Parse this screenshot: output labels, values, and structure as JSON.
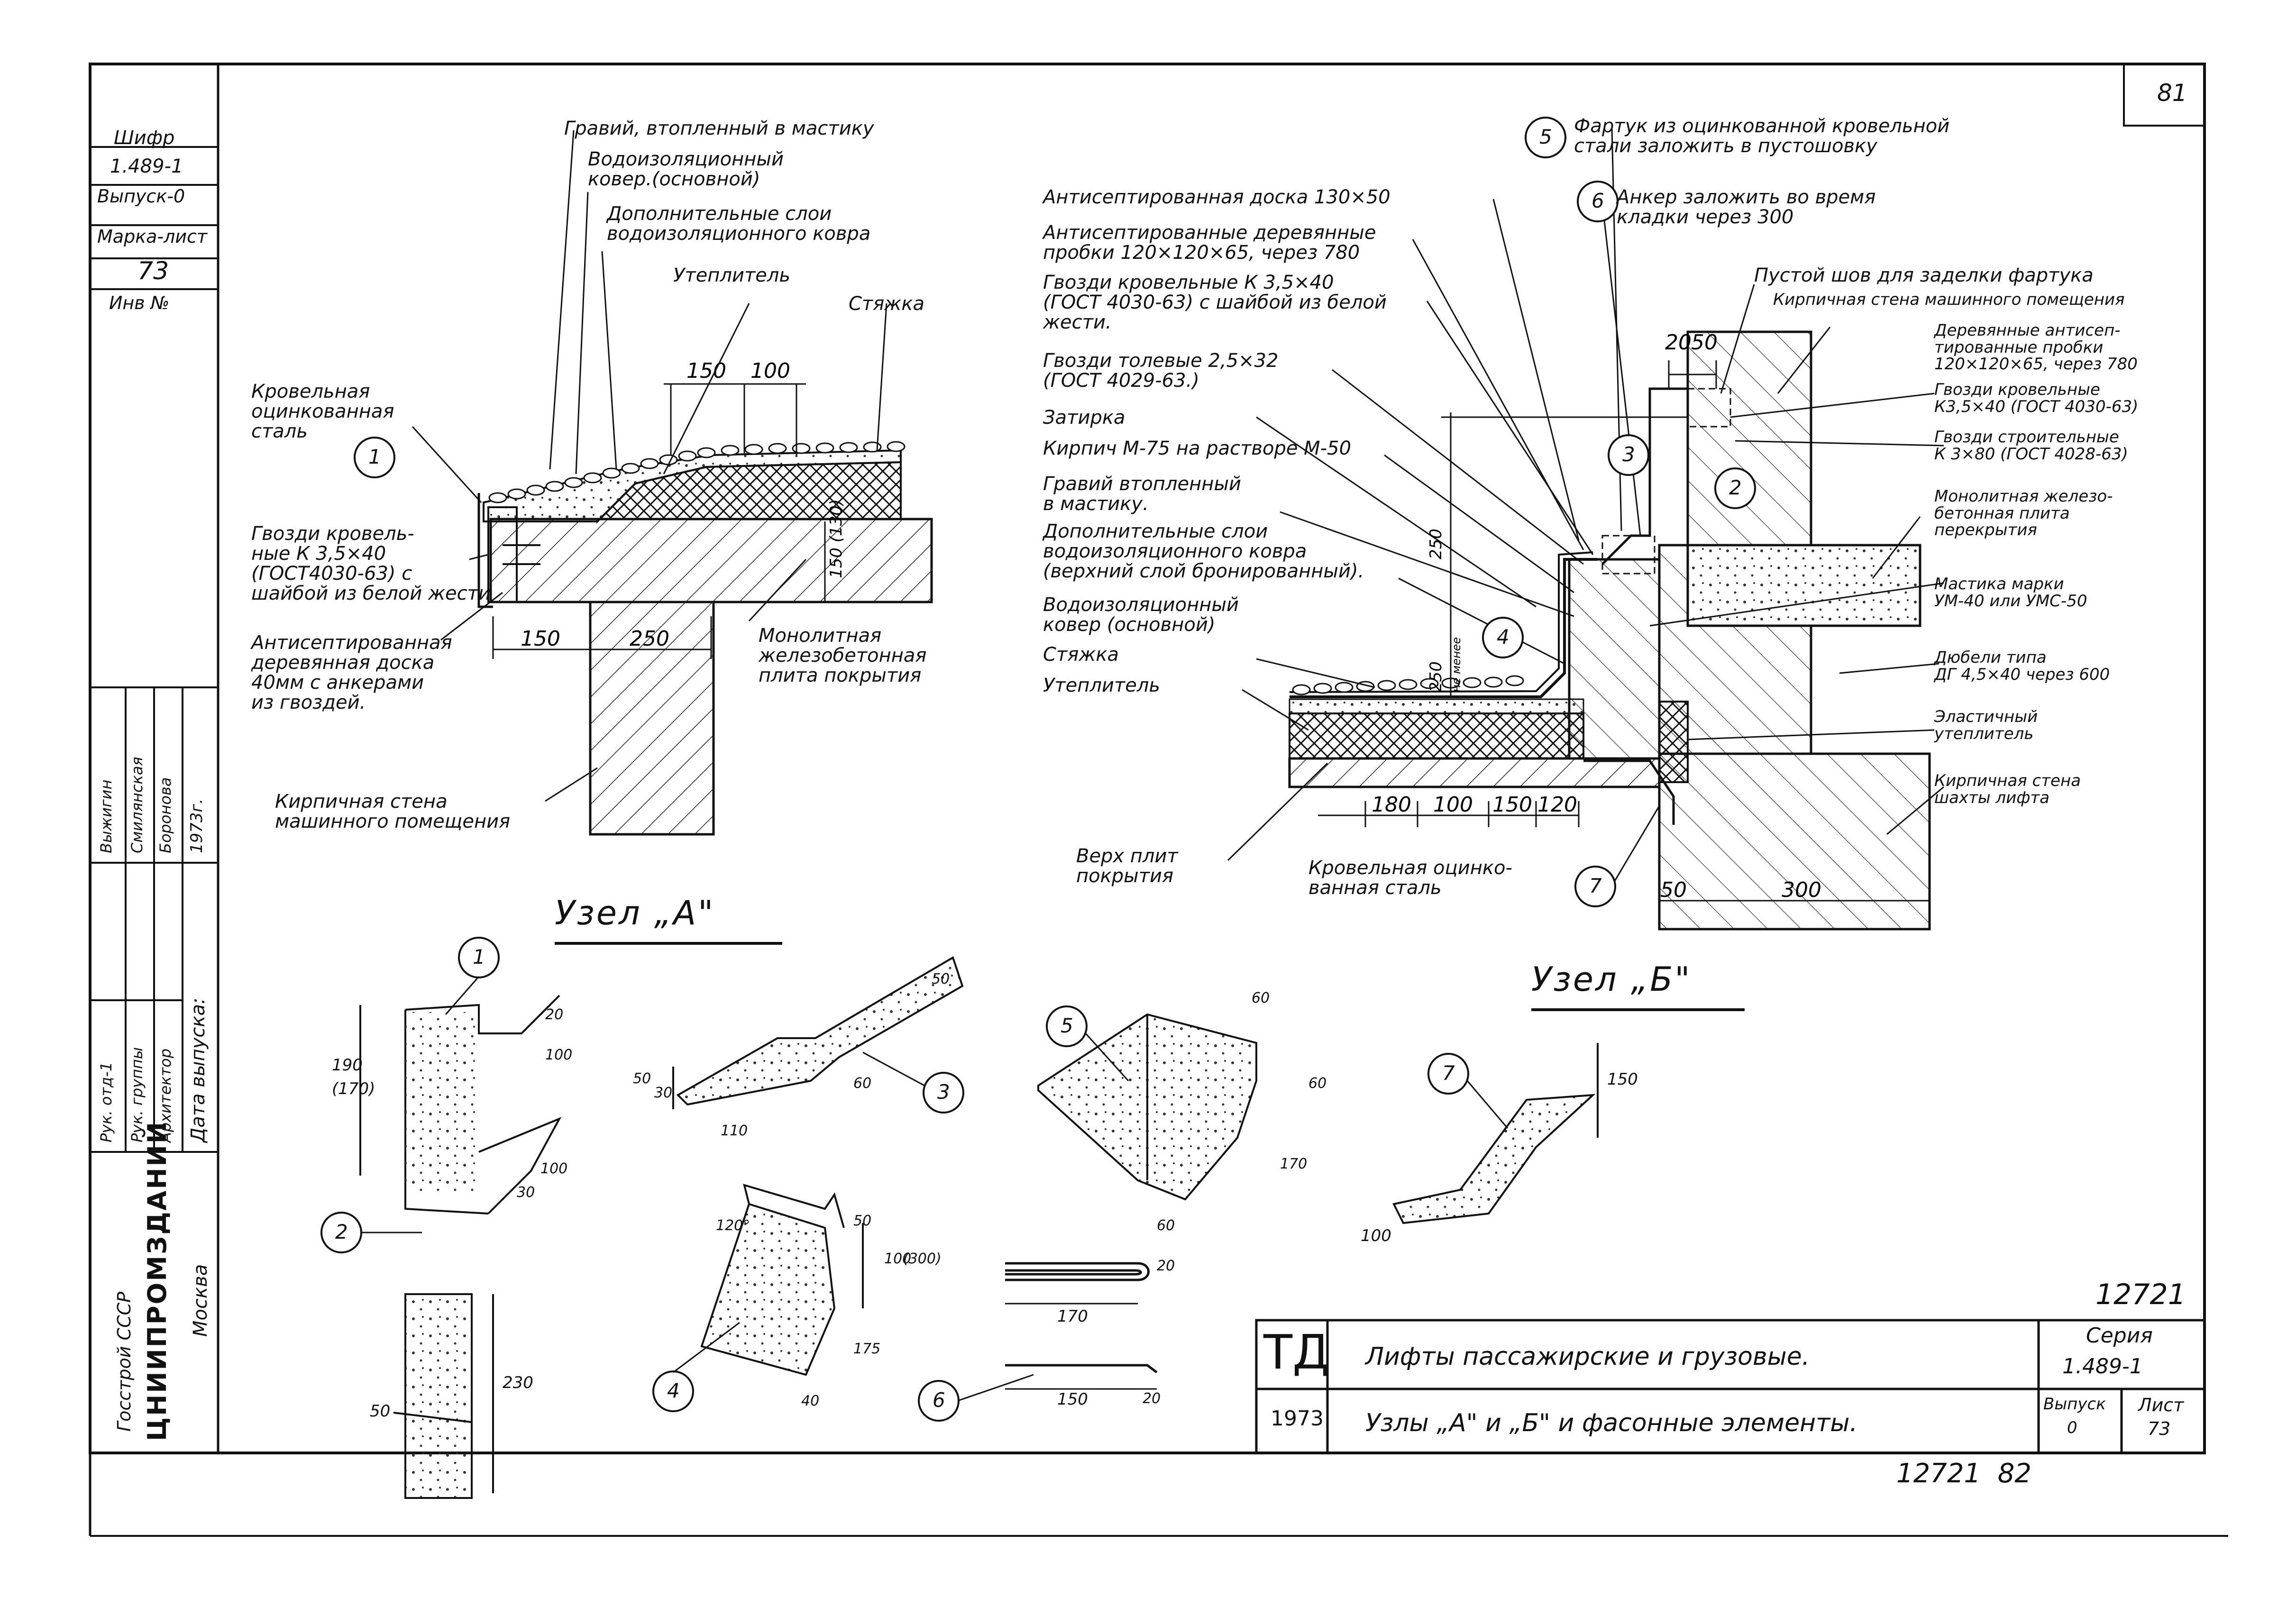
{
  "sheet": {
    "page_no": "81",
    "stamp_bottom_right": "12721",
    "stamp_bottom_left": "12721  82"
  },
  "left_stamp": {
    "shifr_label": "Шифр",
    "shifr_value": "1.489-1",
    "vypusk": "Выпуск-0",
    "marka_label": "Марка-лист",
    "marka_value": "73",
    "inv_label": "Инв №",
    "org_1": "Госстрой СССР",
    "org_2": "ЦНИИПРОМЗДАНИЙ",
    "org_3": "Москва",
    "role_1": "Рук. отд-1",
    "role_2": "Рук. группы",
    "role_3": "Архитектор",
    "name_1": "Выжигин",
    "name_2": "Смилянская",
    "name_3": "Боронова",
    "date_label": "Дата выпуска:",
    "date_value": "1973г."
  },
  "title_block": {
    "logo": "ТД",
    "year": "1973",
    "title_1": "Лифты пассажирские и грузовые.",
    "title_2": "Узлы „А\" и „Б\" и фасонные элементы.",
    "seria_label": "Серия",
    "seria_value": "1.489-1",
    "vypusk_label": "Выпуск",
    "vypusk_value": "0",
    "list_label": "Лист",
    "list_value": "73"
  },
  "node_a": {
    "heading": "Узел „А\"",
    "labels": {
      "gravel": "Гравий, втопленный в мастику",
      "carpet": "Водоизоляционный\nковер.(основной)",
      "extra": "Дополнительные слои\nводоизоляционного ковра",
      "insul": "Утеплитель",
      "screed": "Стяжка",
      "steel": "Кровельная\nоцинкованная\nсталь",
      "nails": "Гвозди кровель-\nные К 3,5×40\n(ГОСТ4030-63) с\nшайбой из белой жести",
      "board": "Антисептированная\nдеревянная доска\n40мм с анкерами\nиз гвоздей.",
      "slab": "Монолитная\nжелезобетонная\nплита покрытия",
      "wall": "Кирпичная стена\nмашинного помещения"
    },
    "dims": [
      "150",
      "100",
      "150",
      "250",
      "150",
      "(130)"
    ]
  },
  "node_b": {
    "heading": "Узел „Б\"",
    "labels": {
      "apron": "Фартук из оцинкованной кровельной\nстали заложить в пустошовку",
      "anchor": "Анкер заложить во время\nкладки через 300",
      "board": "Антисептированная доска 130×50",
      "plugs": "Антисептированные деревянные\nпробки 120×120×65, через 780",
      "nails_roof": "Гвозди кровельные К 3,5×40\n(ГОСТ 4030-63) с шайбой из белой\nжести.",
      "nails_tar": "Гвозди толевые 2,5×32\n(ГОСТ 4029-63.)",
      "plaster": "Затирка",
      "brick": "Кирпич М-75 на растворе М-50",
      "gravel": "Гравий втопленный\nв мастику.",
      "extra": "Дополнительные слои\nводоизоляционного ковра\n(верхний слой бронированный).",
      "carpet": "Водоизоляционный\nковер (основной)",
      "screed": "Стяжка",
      "insul": "Утеплитель",
      "top": "Верх плит\nпокрытия",
      "steel": "Кровельная оцинко-\nванная сталь",
      "joint": "Пустой шов для заделки фартука",
      "wall_machine": "Кирпичная стена машинного помещения",
      "plugs_r": "Деревянные антисеп-\nтированные пробки\n120×120×65, через 780",
      "nails_r": "Гвозди кровельные\nК3,5×40 (ГОСТ 4030-63)",
      "nails_build": "Гвозди строительные\nК 3×80 (ГОСТ 4028-63)",
      "slab_r": "Монолитная железо-\nбетонная плита\nперекрытия",
      "mastic": "Мастика марки\nУМ-40 или УМС-50",
      "dowel": "Дюбели типа\nДГ 4,5×40 через 600",
      "elastic": "Эластичный\nутеплитель",
      "wall_shaft": "Кирпичная стена\nшахты лифта"
    },
    "dims": [
      "20",
      "50",
      "250",
      "250",
      "не менее",
      "180",
      "100",
      "150",
      "120",
      "50",
      "300"
    ]
  },
  "elements": {
    "e1_dims": [
      "190",
      "(170)",
      "20",
      "100",
      "100",
      "30"
    ],
    "e2_dims": [
      "50",
      "230"
    ],
    "e3_dims": [
      "50",
      "50",
      "30",
      "110",
      "60"
    ],
    "e4_dims": [
      "120°",
      "50",
      "100",
      "(300)",
      "175",
      "40"
    ],
    "e5_dims": [
      "60",
      "60",
      "170",
      "60"
    ],
    "e6a_dims": [
      "170",
      "20"
    ],
    "e6b_dims": [
      "150",
      "20"
    ],
    "e7_dims": [
      "150",
      "100"
    ]
  },
  "callouts": [
    "1",
    "2",
    "3",
    "4",
    "5",
    "6",
    "7"
  ]
}
